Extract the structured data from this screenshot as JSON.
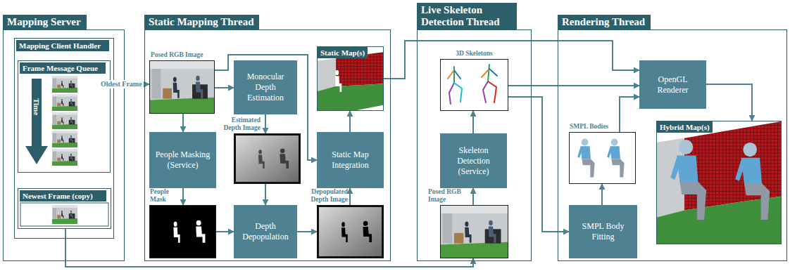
{
  "diagram": {
    "nodes": [
      {
        "text": [
          "Mapping Server"
        ]
      },
      {
        "text": [
          "Mapping Client Handler"
        ],
        "in": 0
      },
      {
        "text": [
          "Frame Message Queue"
        ],
        "in": 1
      },
      {
        "text": [
          "Newest Frame (copy)"
        ],
        "in": 1
      },
      {
        "text": [
          "Static Mapping Thread"
        ]
      },
      {
        "text": [
          "Posed RGB Image"
        ],
        "in": 4
      },
      {
        "text": [
          "Monocular Depth Estimation"
        ],
        "in": 4
      },
      {
        "text": [
          "Static Map(s)"
        ],
        "in": 4
      },
      {
        "text": [
          "People Masking (Service)"
        ],
        "in": 4
      },
      {
        "text": [
          "Estimated Depth Image"
        ],
        "in": 4
      },
      {
        "text": [
          "Static Map Integration"
        ],
        "in": 4
      },
      {
        "text": [
          "People Mask"
        ],
        "in": 4
      },
      {
        "text": [
          "Depth Depopulation"
        ],
        "in": 4
      },
      {
        "text": [
          "Depopulated Depth Image"
        ],
        "in": 4
      },
      {
        "text": [
          "Live Skeleton Detection Thread"
        ]
      },
      {
        "text": [
          "3D Skeletons"
        ],
        "in": 14
      },
      {
        "text": [
          "Skeleton Detection (Service)"
        ],
        "in": 14
      },
      {
        "text": [
          "Posed RGB Image"
        ],
        "in": 14
      },
      {
        "text": [
          "Rendering Thread"
        ]
      },
      {
        "text": [
          "OpenGL Renderer"
        ],
        "in": 18
      },
      {
        "text": [
          "SMPL Bodies"
        ],
        "in": 18
      },
      {
        "text": [
          "SMPL Body Fitting"
        ],
        "in": 18
      },
      {
        "text": [
          "Hybrid Map(s)"
        ],
        "in": 18
      }
    ],
    "edges": [
      {
        "from": 2,
        "to": 5,
        "label": "Oldest Frame",
        "arrow": "to"
      },
      {
        "from": 5,
        "to": 6,
        "arrow": "to"
      },
      {
        "from": 5,
        "to": 8,
        "arrow": "to"
      },
      {
        "from": 5,
        "to": 10,
        "arrow": "to"
      },
      {
        "from": 6,
        "to": 9,
        "arrow": "to"
      },
      {
        "from": 8,
        "to": 11,
        "arrow": "to"
      },
      {
        "from": 9,
        "to": 12,
        "arrow": "to"
      },
      {
        "from": 11,
        "to": 12,
        "arrow": "to"
      },
      {
        "from": 12,
        "to": 13,
        "arrow": "to"
      },
      {
        "from": 13,
        "to": 10,
        "arrow": "to"
      },
      {
        "from": 10,
        "to": 7,
        "arrow": "to"
      },
      {
        "from": 7,
        "to": 19,
        "arrow": "to"
      },
      {
        "from": 3,
        "to": 17,
        "arrow": "to"
      },
      {
        "from": 17,
        "to": 16,
        "arrow": "to"
      },
      {
        "from": 16,
        "to": 15,
        "arrow": "to"
      },
      {
        "from": 15,
        "to": 19,
        "arrow": "to"
      },
      {
        "from": 15,
        "to": 21,
        "arrow": "to"
      },
      {
        "from": 21,
        "to": 20,
        "arrow": "to"
      },
      {
        "from": 20,
        "to": 19,
        "arrow": "to"
      },
      {
        "from": 19,
        "to": 22,
        "arrow": "to"
      }
    ],
    "labels": [
      "Time"
    ]
  }
}
